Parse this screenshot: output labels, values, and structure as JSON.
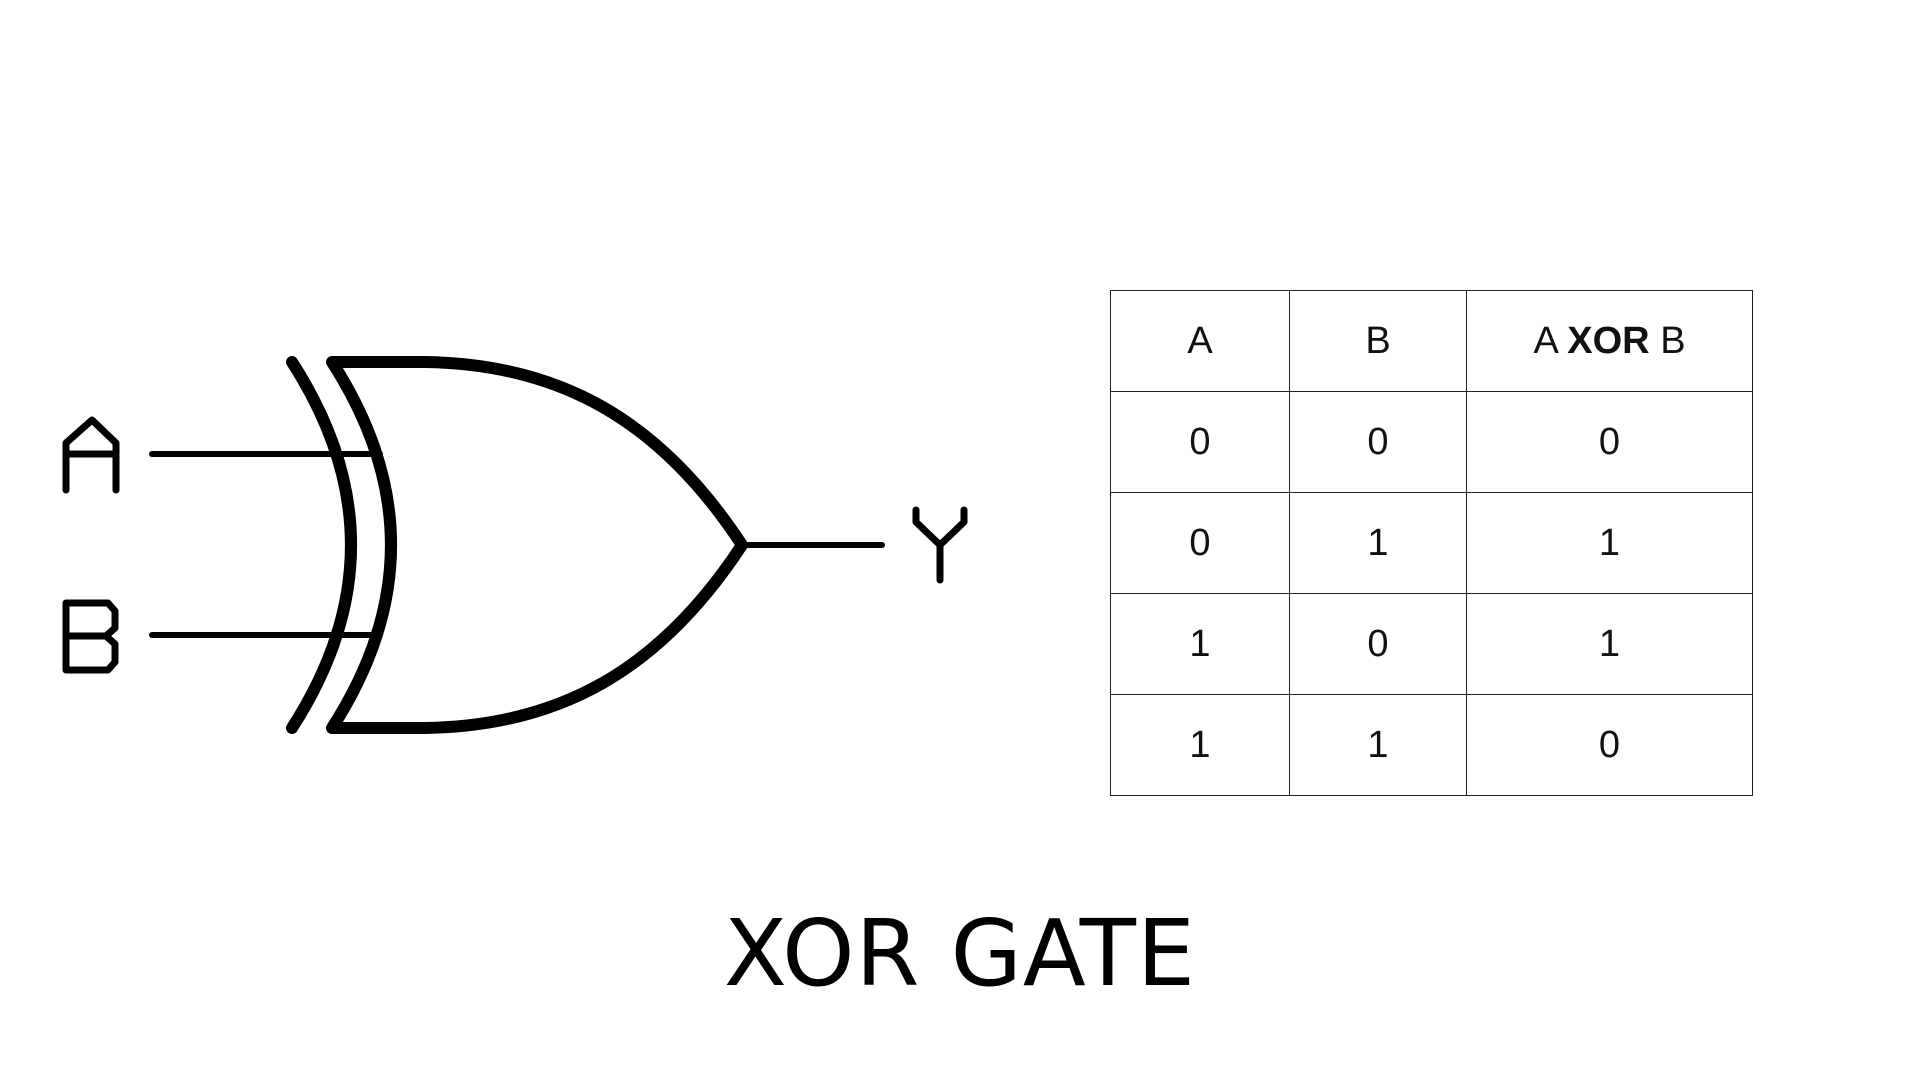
{
  "diagram": {
    "inputs": [
      "A",
      "B"
    ],
    "output": "Y",
    "stroke_color": "#000000"
  },
  "truth_table": {
    "headers": {
      "a": "A",
      "b": "B",
      "out_left": "A",
      "out_op": "XOR",
      "out_right": "B"
    },
    "rows": [
      [
        "0",
        "0",
        "0"
      ],
      [
        "0",
        "1",
        "1"
      ],
      [
        "1",
        "0",
        "1"
      ],
      [
        "1",
        "1",
        "0"
      ]
    ]
  },
  "title": "XOR GATE"
}
